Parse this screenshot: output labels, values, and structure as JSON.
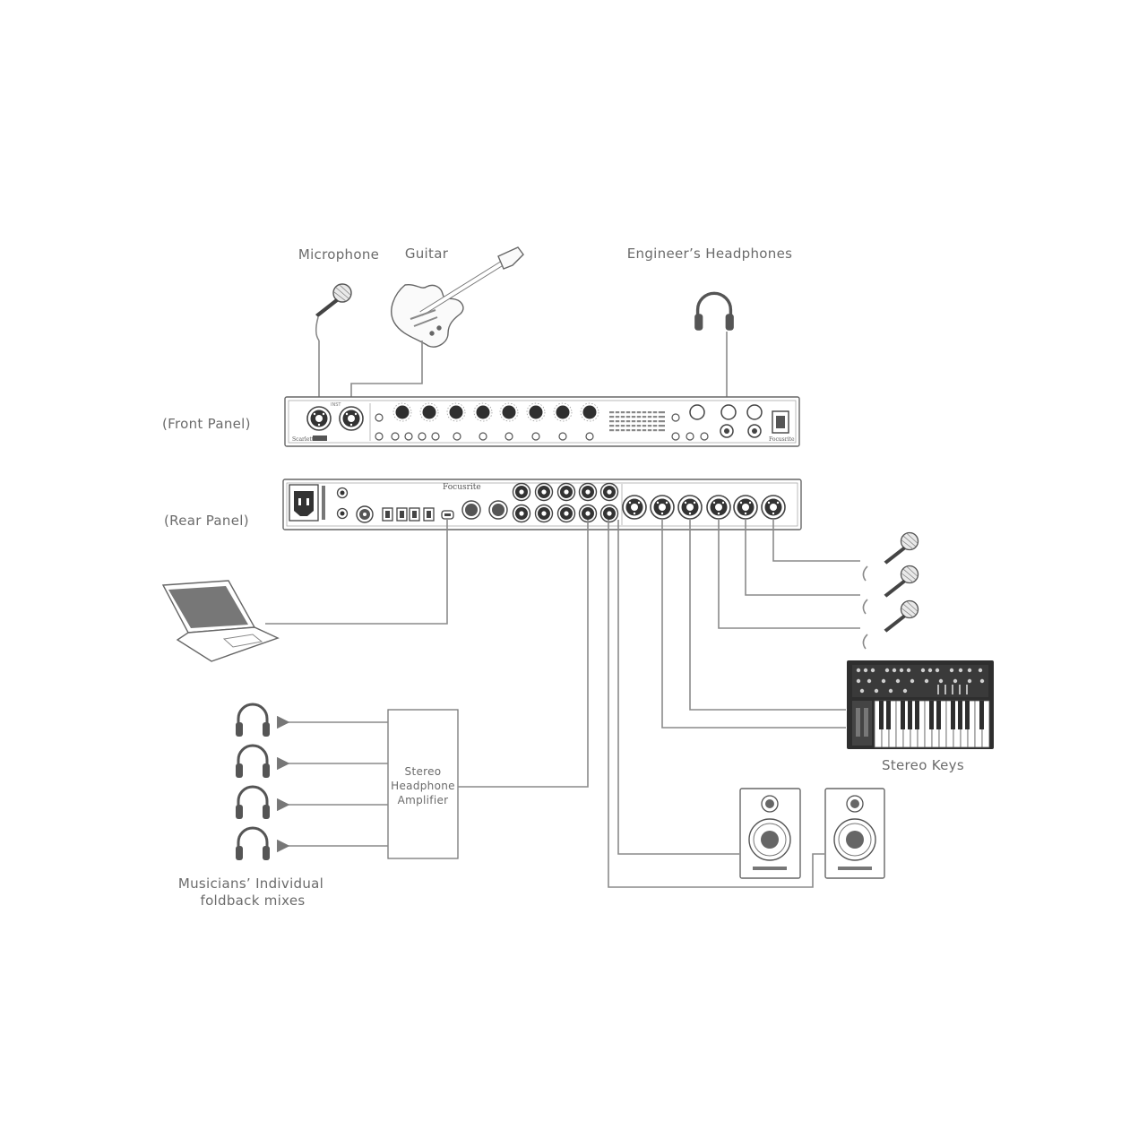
{
  "labels": {
    "microphone": "Microphone",
    "guitar": "Guitar",
    "engineer_headphones": "Engineer’s Headphones",
    "front_panel": "(Front Panel)",
    "rear_panel": "(Rear Panel)",
    "amp_line1": "Stereo",
    "amp_line2": "Headphone",
    "amp_line3": "Amplifier",
    "stereo_keys": "Stereo Keys",
    "musicians_line1": "Musicians’ Individual",
    "musicians_line2": "foldback mixes"
  },
  "brand": {
    "rear_logo": "Focusrite",
    "front_logo": "Focusrite",
    "model": "Scarlett"
  },
  "colors": {
    "line": "#8a8a8a",
    "device": "#7a7a7a",
    "text": "#6b6b6b",
    "dark": "#2e2e2e"
  }
}
